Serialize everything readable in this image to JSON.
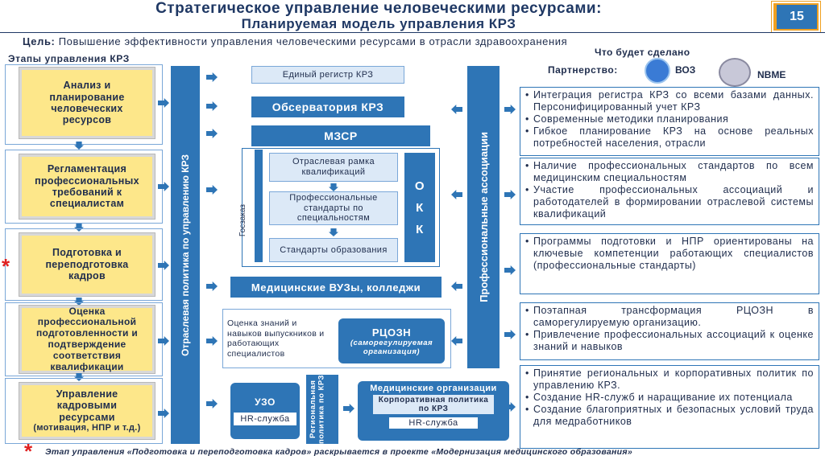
{
  "header": {
    "title_line1": "Стратегическое управление человеческими ресурсами:",
    "title_line2": "Планируемая модель управления КРЗ",
    "slide_number": "15"
  },
  "goal": {
    "label": "Цель:",
    "text": "Повышение эффективности управления человеческими ресурсами в отрасли здравоохранения"
  },
  "stages": {
    "heading": "Этапы управления КРЗ",
    "items": [
      {
        "label": "Анализ и планирование человеческих ресурсов"
      },
      {
        "label": "Регламентация профессиональных требований к специалистам"
      },
      {
        "label": "Подготовка и переподготовка кадров"
      },
      {
        "label": "Оценка профессиональной подготовленности и подтверждение соответствия квалификации"
      },
      {
        "label": "Управление кадровыми ресурсами",
        "sub": "(мотивация, НПР и т.д.)"
      }
    ]
  },
  "center": {
    "policy_bar": "Отраслевая политика по управлению КРЗ",
    "register": "Единый регистр КРЗ",
    "observatory": "Обсерватория КРЗ",
    "ministry": "МЗСР",
    "framework": "Отраслевая рамка квалификаций",
    "prof_standards": "Профессиональные стандарты по специальностям",
    "edu_standards": "Стандарты образования",
    "gov_order": "Госзаказ",
    "okk": "О К К",
    "prof_assoc": "Профессиональные ассоциации",
    "universities": "Медицинские ВУЗы, колледжи",
    "assessment": "Оценка знаний и навыков выпускников и работающих специалистов",
    "rcozn": "РЦОЗН",
    "rcozn_sub": "(саморегулируемая организация)",
    "uzo": "УЗО",
    "hr_service": "HR-служба",
    "regional_policy": "Региональная политика по КРЗ",
    "med_orgs": "Медицинские организации",
    "corp_policy": "Корпоративная политика по КРЗ",
    "hr_service2": "HR-служба"
  },
  "done": {
    "heading": "Что будет сделано",
    "partnership_label": "Партнерство:",
    "partner1": "ВОЗ",
    "partner2": "NBME",
    "partner1_logo_icon": "who-logo-icon",
    "partner2_logo_icon": "nbme-logo-icon",
    "groups": [
      {
        "items": [
          "Интеграция регистра КРЗ со всеми базами данных. Персонифицированный учет КРЗ",
          "Современные методики планирования",
          "Гибкое планирование КРЗ на основе реальных потребностей населения, отрасли"
        ]
      },
      {
        "items": [
          "Наличие профессиональных стандартов по всем медицинским специальностям",
          "Участие профессиональных ассоциаций и работодателей в формировании отраслевой системы квалификаций"
        ]
      },
      {
        "items": [
          "Программы подготовки и НПР ориентированы на ключевые компетенции работающих специалистов (профессиональные стандарты)"
        ]
      },
      {
        "items": [
          "Поэтапная трансформация РЦОЗН в саморегулируемую организацию.",
          "Привлечение профессиональных ассоциаций к оценке знаний и навыков"
        ]
      },
      {
        "items": [
          "Принятие региональных и корпоративных политик по управлению КРЗ.",
          "Создание HR-служб и наращивание их потенциала",
          "Создание благоприятных и безопасных условий труда для медработников"
        ]
      }
    ]
  },
  "footnote": {
    "star": "*",
    "text": "Этап управления «Подготовка и переподготовка кадров» раскрывается в проекте «Модернизация медицинского образования»"
  },
  "colors": {
    "accent": "#2e75b6",
    "stage_fill": "#fde78a",
    "light_fill": "#dce9f7",
    "star": "#e02020",
    "badge": "#f0a020"
  }
}
